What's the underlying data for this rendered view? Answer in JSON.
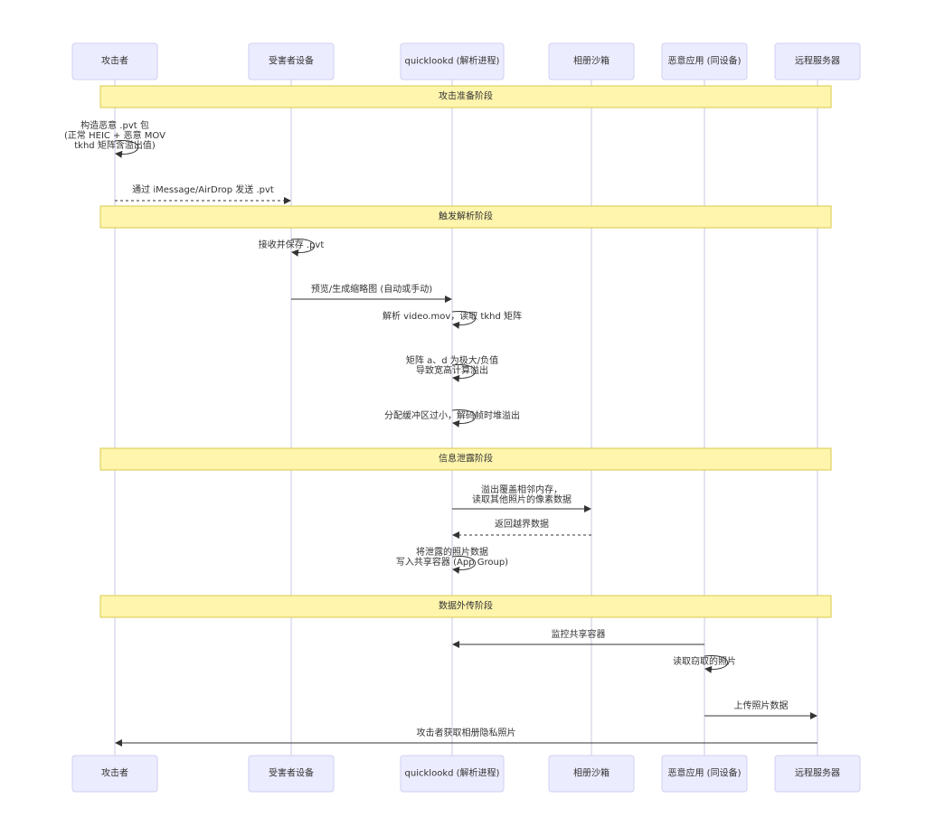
{
  "participants": [
    {
      "id": "attacker",
      "label": "攻击者"
    },
    {
      "id": "victim",
      "label": "受害者设备"
    },
    {
      "id": "quicklookd",
      "label": "quicklookd (解析进程)"
    },
    {
      "id": "sandbox",
      "label": "相册沙箱"
    },
    {
      "id": "malapp",
      "label": "恶意应用 (同设备)"
    },
    {
      "id": "server",
      "label": "远程服务器"
    }
  ],
  "phases": [
    {
      "label": "攻击准备阶段"
    },
    {
      "label": "触发解析阶段"
    },
    {
      "label": "信息泄露阶段"
    },
    {
      "label": "数据外传阶段"
    }
  ],
  "messages": [
    {
      "from": "attacker",
      "to": "attacker",
      "style": "solid",
      "lines": [
        "构造恶意 .pvt 包",
        "(正常 HEIC + 恶意 MOV",
        "tkhd 矩阵含溢出值)"
      ]
    },
    {
      "from": "attacker",
      "to": "victim",
      "style": "dotted",
      "lines": [
        "通过 iMessage/AirDrop 发送 .pvt"
      ]
    },
    {
      "from": "victim",
      "to": "victim",
      "style": "solid",
      "lines": [
        "接收并保存 .pvt"
      ]
    },
    {
      "from": "victim",
      "to": "quicklookd",
      "style": "solid",
      "lines": [
        "预览/生成缩略图 (自动或手动)"
      ]
    },
    {
      "from": "quicklookd",
      "to": "quicklookd",
      "style": "solid",
      "lines": [
        "解析 video.mov，读取 tkhd 矩阵"
      ]
    },
    {
      "from": "quicklookd",
      "to": "quicklookd",
      "style": "solid",
      "lines": [
        "矩阵 a、d 为极大/负值",
        "导致宽高计算溢出"
      ]
    },
    {
      "from": "quicklookd",
      "to": "quicklookd",
      "style": "solid",
      "lines": [
        "分配缓冲区过小，解码帧时堆溢出"
      ]
    },
    {
      "from": "quicklookd",
      "to": "sandbox",
      "style": "solid",
      "lines": [
        "溢出覆盖相邻内存，",
        "读取其他照片的像素数据"
      ]
    },
    {
      "from": "sandbox",
      "to": "quicklookd",
      "style": "dotted",
      "lines": [
        "返回越界数据"
      ]
    },
    {
      "from": "quicklookd",
      "to": "quicklookd",
      "style": "solid",
      "lines": [
        "将泄露的照片数据",
        "写入共享容器 (App Group)"
      ]
    },
    {
      "from": "malapp",
      "to": "quicklookd",
      "style": "solid",
      "lines": [
        "监控共享容器"
      ]
    },
    {
      "from": "malapp",
      "to": "malapp",
      "style": "solid",
      "lines": [
        "读取窃取的照片"
      ]
    },
    {
      "from": "malapp",
      "to": "server",
      "style": "solid",
      "lines": [
        "上传照片数据"
      ]
    },
    {
      "from": "server",
      "to": "attacker",
      "style": "solid",
      "lines": [
        "攻击者获取相册隐私照片"
      ]
    }
  ]
}
